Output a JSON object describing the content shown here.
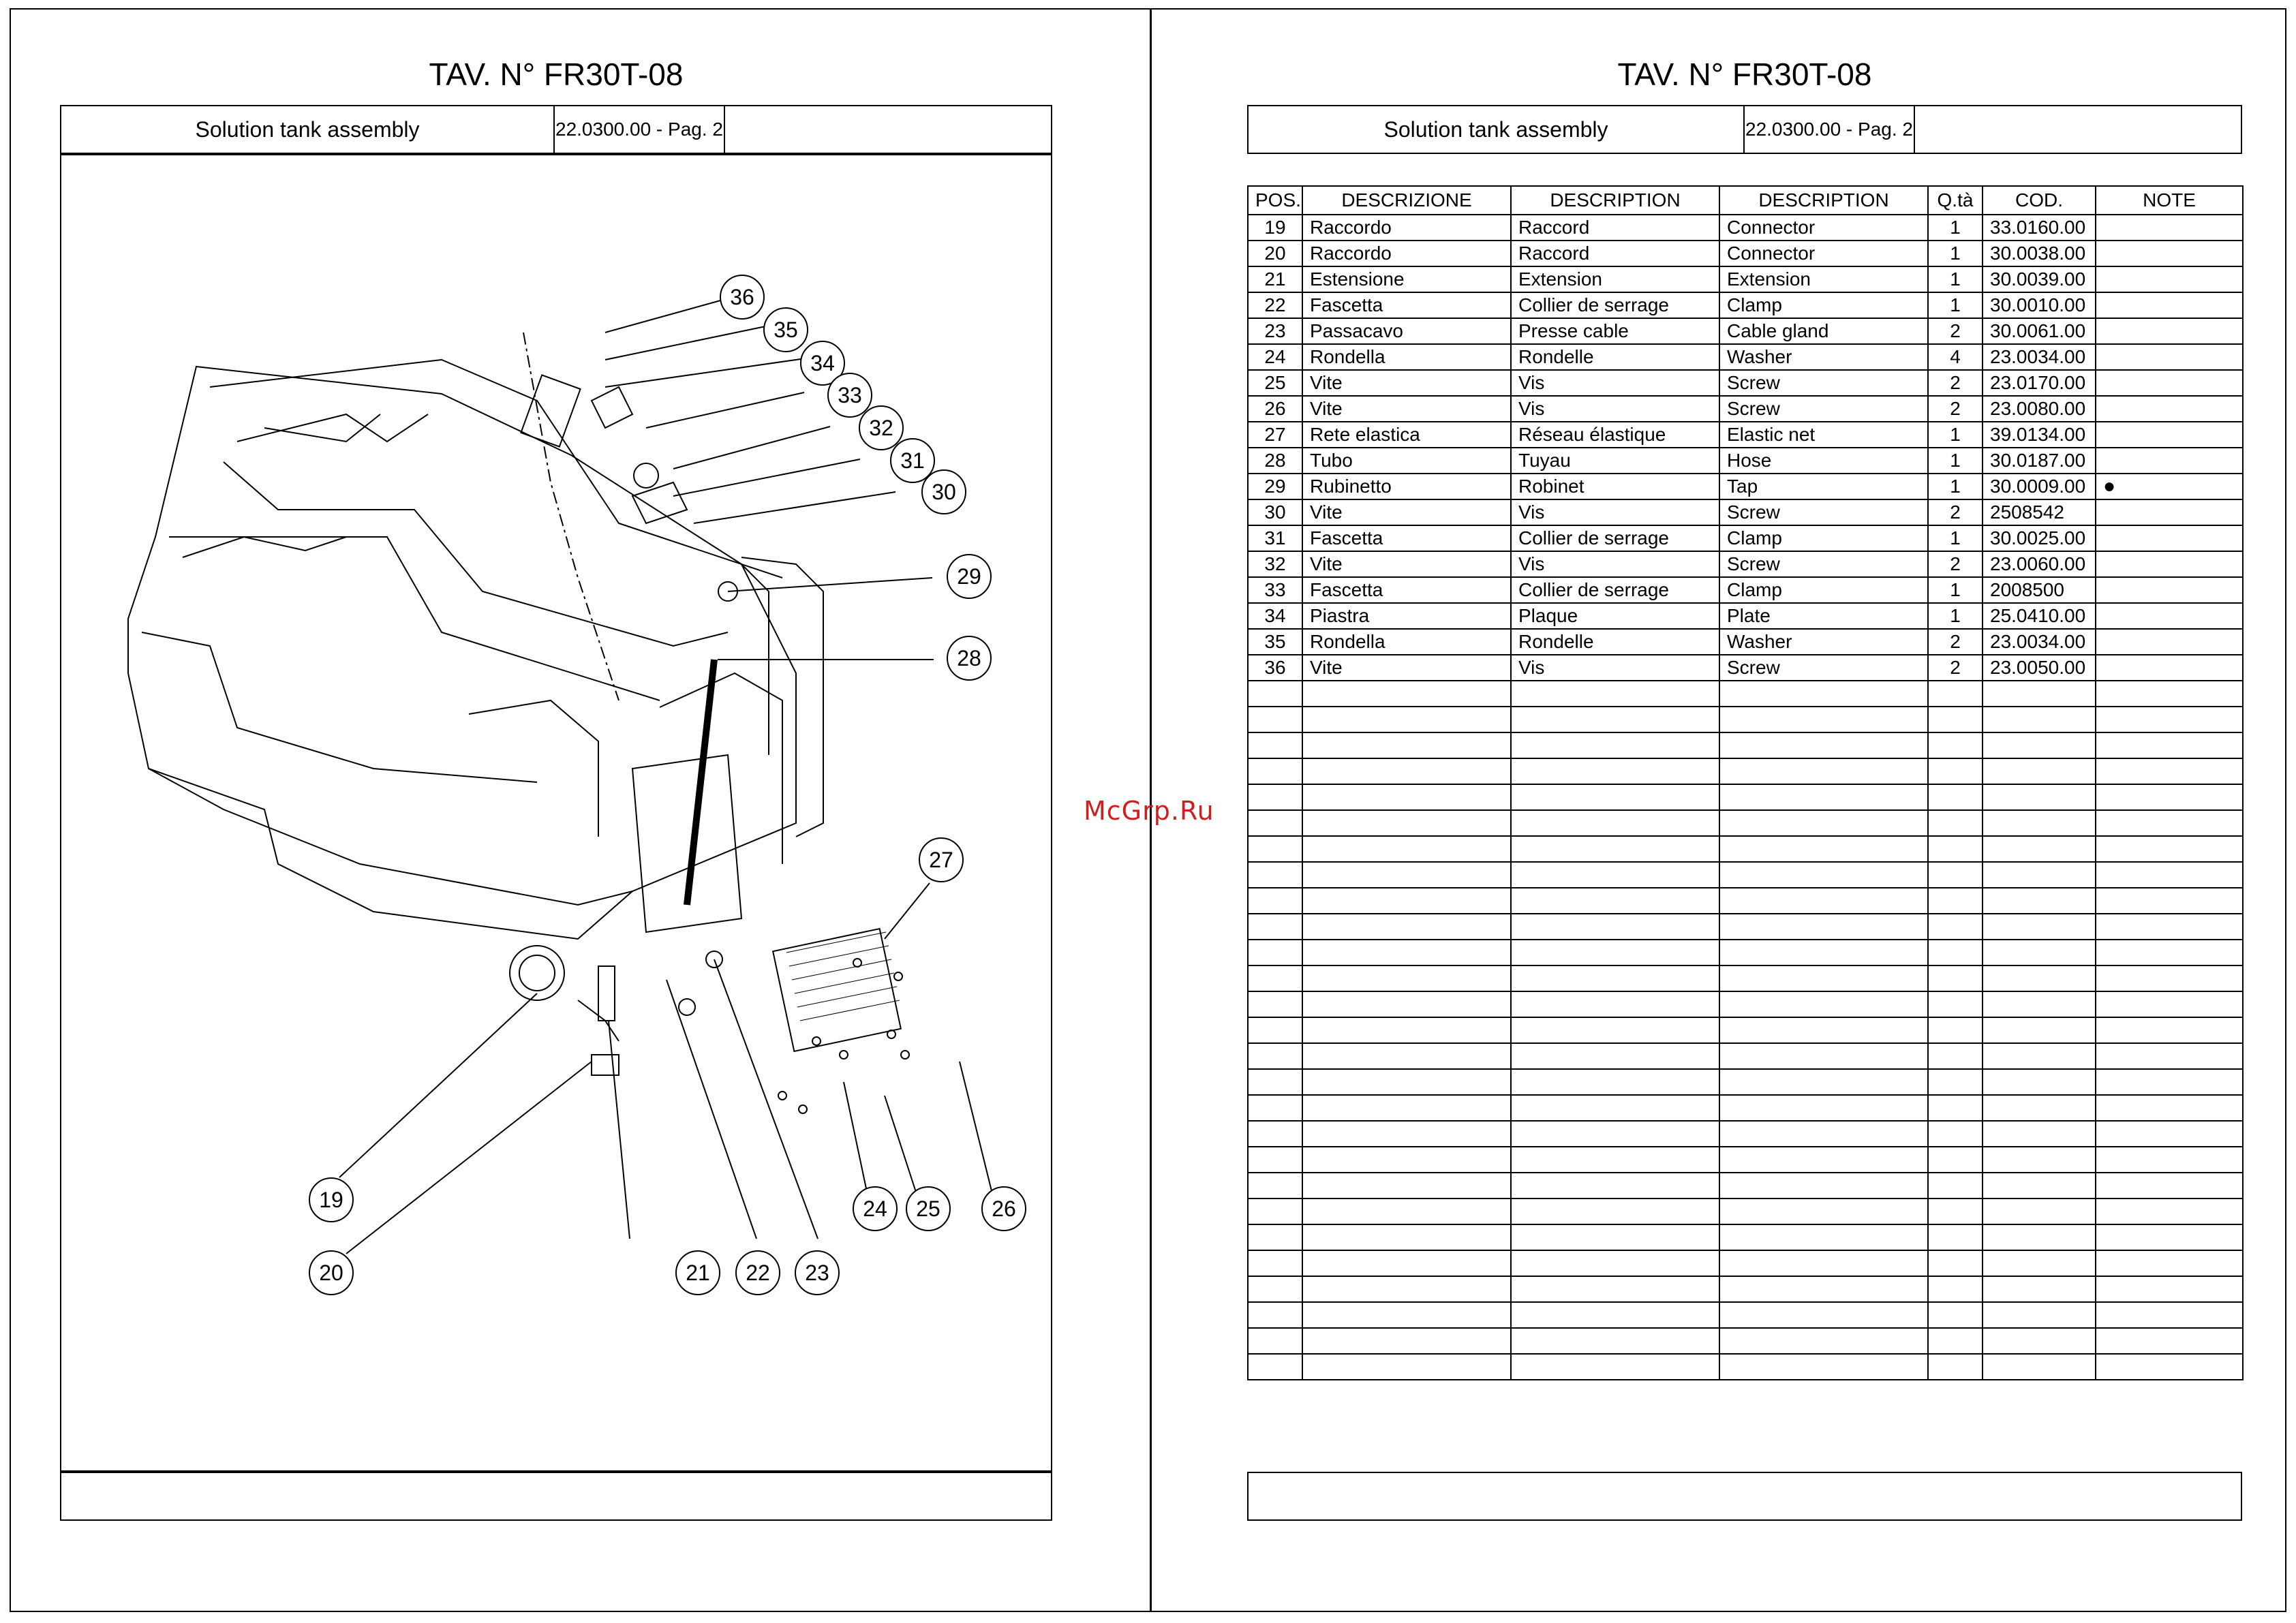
{
  "watermark": "McGrp.Ru",
  "left": {
    "title": "TAV. N° FR30T-08",
    "header": {
      "name": "Solution tank assembly",
      "code": "22.0300.00 - Pag. 2"
    },
    "callouts": [
      "36",
      "35",
      "34",
      "33",
      "32",
      "31",
      "30",
      "29",
      "28",
      "27",
      "19",
      "20",
      "21",
      "22",
      "23",
      "24",
      "25",
      "26"
    ]
  },
  "right": {
    "title": "TAV. N° FR30T-08",
    "header": {
      "name": "Solution tank assembly",
      "code": "22.0300.00 - Pag. 2"
    },
    "table": {
      "headers": [
        "POS.",
        "DESCRIZIONE",
        "DESCRIPTION",
        "DESCRIPTION",
        "Q.tà",
        "COD.",
        "NOTE"
      ],
      "rows": [
        {
          "pos": "19",
          "it": "Raccordo",
          "fr": "Raccord",
          "en": "Connector",
          "qty": "1",
          "cod": "33.0160.00",
          "note": ""
        },
        {
          "pos": "20",
          "it": "Raccordo",
          "fr": "Raccord",
          "en": "Connector",
          "qty": "1",
          "cod": "30.0038.00",
          "note": ""
        },
        {
          "pos": "21",
          "it": "Estensione",
          "fr": "Extension",
          "en": "Extension",
          "qty": "1",
          "cod": "30.0039.00",
          "note": ""
        },
        {
          "pos": "22",
          "it": "Fascetta",
          "fr": "Collier de serrage",
          "en": "Clamp",
          "qty": "1",
          "cod": "30.0010.00",
          "note": ""
        },
        {
          "pos": "23",
          "it": "Passacavo",
          "fr": "Presse cable",
          "en": "Cable gland",
          "qty": "2",
          "cod": "30.0061.00",
          "note": ""
        },
        {
          "pos": "24",
          "it": "Rondella",
          "fr": "Rondelle",
          "en": "Washer",
          "qty": "4",
          "cod": "23.0034.00",
          "note": ""
        },
        {
          "pos": "25",
          "it": "Vite",
          "fr": "Vis",
          "en": "Screw",
          "qty": "2",
          "cod": "23.0170.00",
          "note": ""
        },
        {
          "pos": "26",
          "it": "Vite",
          "fr": "Vis",
          "en": "Screw",
          "qty": "2",
          "cod": "23.0080.00",
          "note": ""
        },
        {
          "pos": "27",
          "it": "Rete elastica",
          "fr": "Réseau élastique",
          "en": "Elastic net",
          "qty": "1",
          "cod": "39.0134.00",
          "note": ""
        },
        {
          "pos": "28",
          "it": "Tubo",
          "fr": "Tuyau",
          "en": "Hose",
          "qty": "1",
          "cod": "30.0187.00",
          "note": ""
        },
        {
          "pos": "29",
          "it": "Rubinetto",
          "fr": "Robinet",
          "en": "Tap",
          "qty": "1",
          "cod": "30.0009.00",
          "note": "●"
        },
        {
          "pos": "30",
          "it": "Vite",
          "fr": "Vis",
          "en": "Screw",
          "qty": "2",
          "cod": "2508542",
          "note": ""
        },
        {
          "pos": "31",
          "it": "Fascetta",
          "fr": "Collier de serrage",
          "en": "Clamp",
          "qty": "1",
          "cod": "30.0025.00",
          "note": ""
        },
        {
          "pos": "32",
          "it": "Vite",
          "fr": "Vis",
          "en": "Screw",
          "qty": "2",
          "cod": "23.0060.00",
          "note": ""
        },
        {
          "pos": "33",
          "it": "Fascetta",
          "fr": "Collier de serrage",
          "en": "Clamp",
          "qty": "1",
          "cod": "2008500",
          "note": ""
        },
        {
          "pos": "34",
          "it": "Piastra",
          "fr": "Plaque",
          "en": "Plate",
          "qty": "1",
          "cod": "25.0410.00",
          "note": ""
        },
        {
          "pos": "35",
          "it": "Rondella",
          "fr": "Rondelle",
          "en": "Washer",
          "qty": "2",
          "cod": "23.0034.00",
          "note": ""
        },
        {
          "pos": "36",
          "it": "Vite",
          "fr": "Vis",
          "en": "Screw",
          "qty": "2",
          "cod": "23.0050.00",
          "note": ""
        }
      ]
    }
  }
}
